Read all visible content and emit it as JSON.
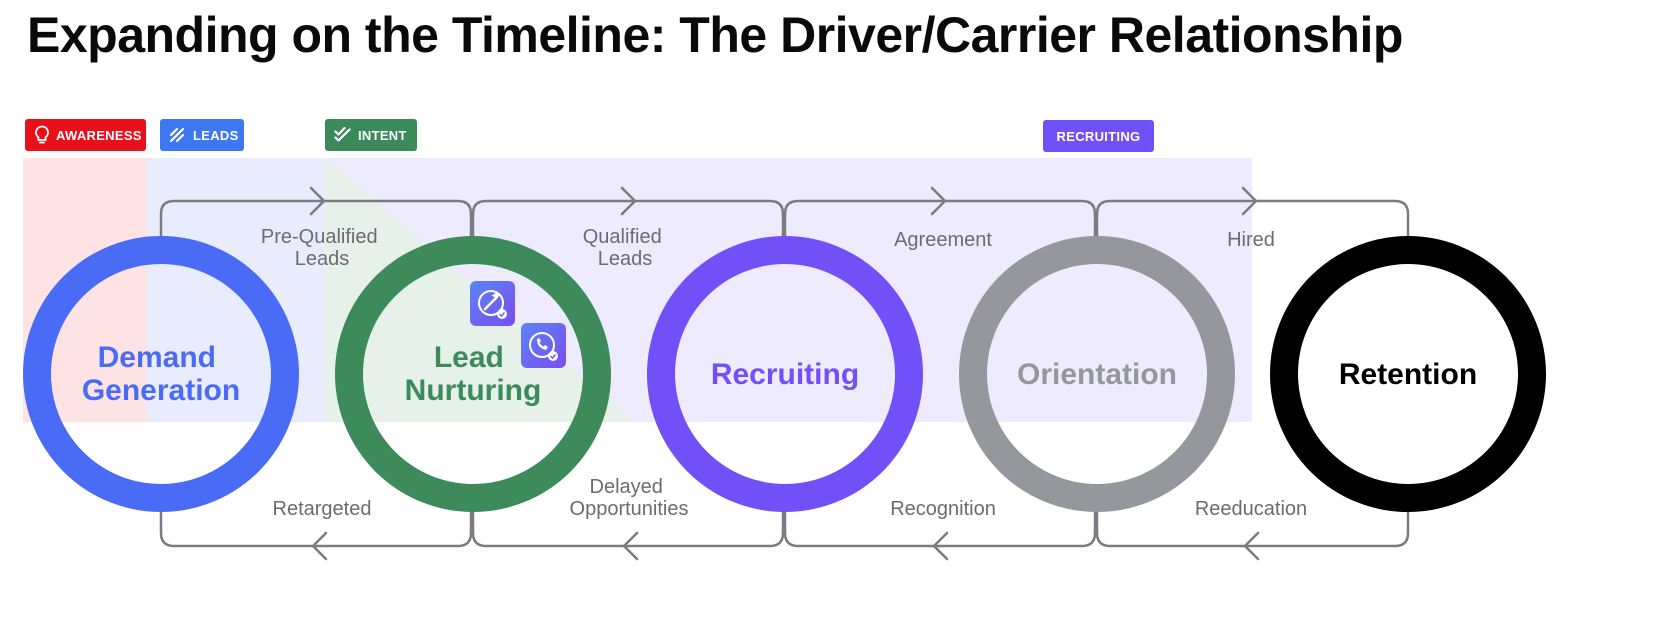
{
  "title": "Expanding on the Timeline: The Driver/Carrier Relationship",
  "tags": {
    "awareness": {
      "label": "AWARENESS",
      "color": "#e8111b",
      "icon": "lightbulb-icon"
    },
    "leads": {
      "label": "LEADS",
      "color": "#3d77f2",
      "icon": "slashes-icon"
    },
    "intent": {
      "label": "INTENT",
      "color": "#3b8a5a",
      "icon": "double-check-icon"
    },
    "recruiting": {
      "label": "RECRUITING",
      "color": "#7050f8"
    }
  },
  "stages": [
    {
      "line1": "Demand",
      "line2": "Generation",
      "color": "#4a6bf5"
    },
    {
      "line1": "Lead",
      "line2": "Nurturing",
      "color": "#3d8a5a"
    },
    {
      "line1": "Recruiting",
      "line2": "",
      "color": "#7150f8"
    },
    {
      "line1": "Orientation",
      "line2": "",
      "color": "#96979c"
    },
    {
      "line1": "Retention",
      "line2": "",
      "color": "#000000"
    }
  ],
  "forward_labels": [
    {
      "line1": "Pre-Qualified",
      "line2": "Leads"
    },
    {
      "line1": "Qualified",
      "line2": "Leads"
    },
    {
      "line1": "Agreement",
      "line2": ""
    },
    {
      "line1": "Hired",
      "line2": ""
    }
  ],
  "backward_labels": [
    {
      "line1": "Retargeted",
      "line2": ""
    },
    {
      "line1": "Delayed",
      "line2": "Opportunities"
    },
    {
      "line1": "Recognition",
      "line2": ""
    },
    {
      "line1": "Reeducation",
      "line2": ""
    }
  ],
  "app_icons": [
    "magic-wand-app-icon",
    "phone-check-app-icon"
  ]
}
